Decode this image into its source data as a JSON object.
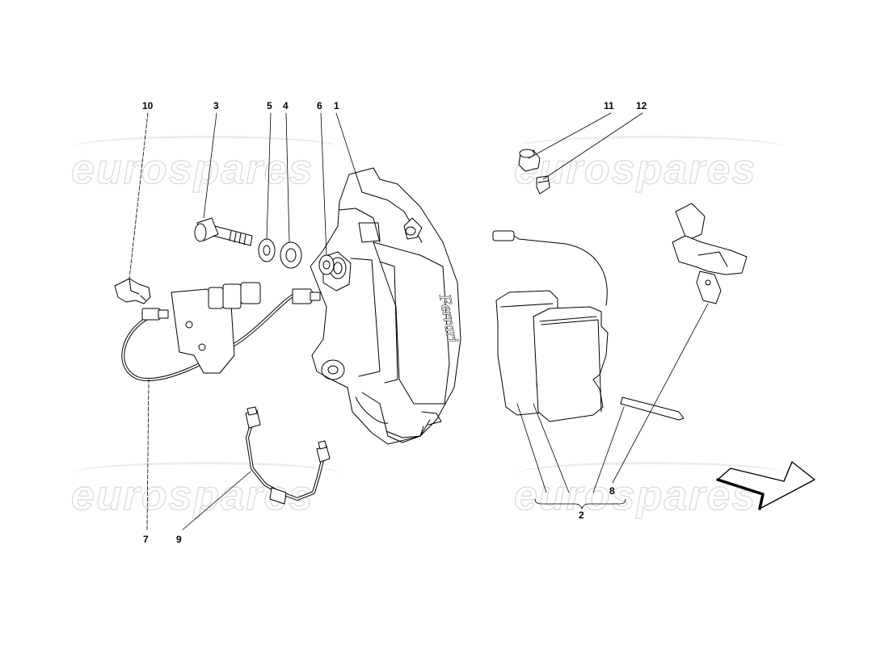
{
  "watermark": {
    "text": "eurospares"
  },
  "callouts": {
    "c1": "1",
    "c2": "2",
    "c3": "3",
    "c4": "4",
    "c5": "5",
    "c6": "6",
    "c7": "7",
    "c8": "8",
    "c9": "9",
    "c10": "10",
    "c11": "11",
    "c12": "12"
  },
  "caliper_lettering": "Ferrari",
  "colors": {
    "line": "#000000",
    "watermark": "#d9d9d9",
    "background": "#ffffff"
  }
}
